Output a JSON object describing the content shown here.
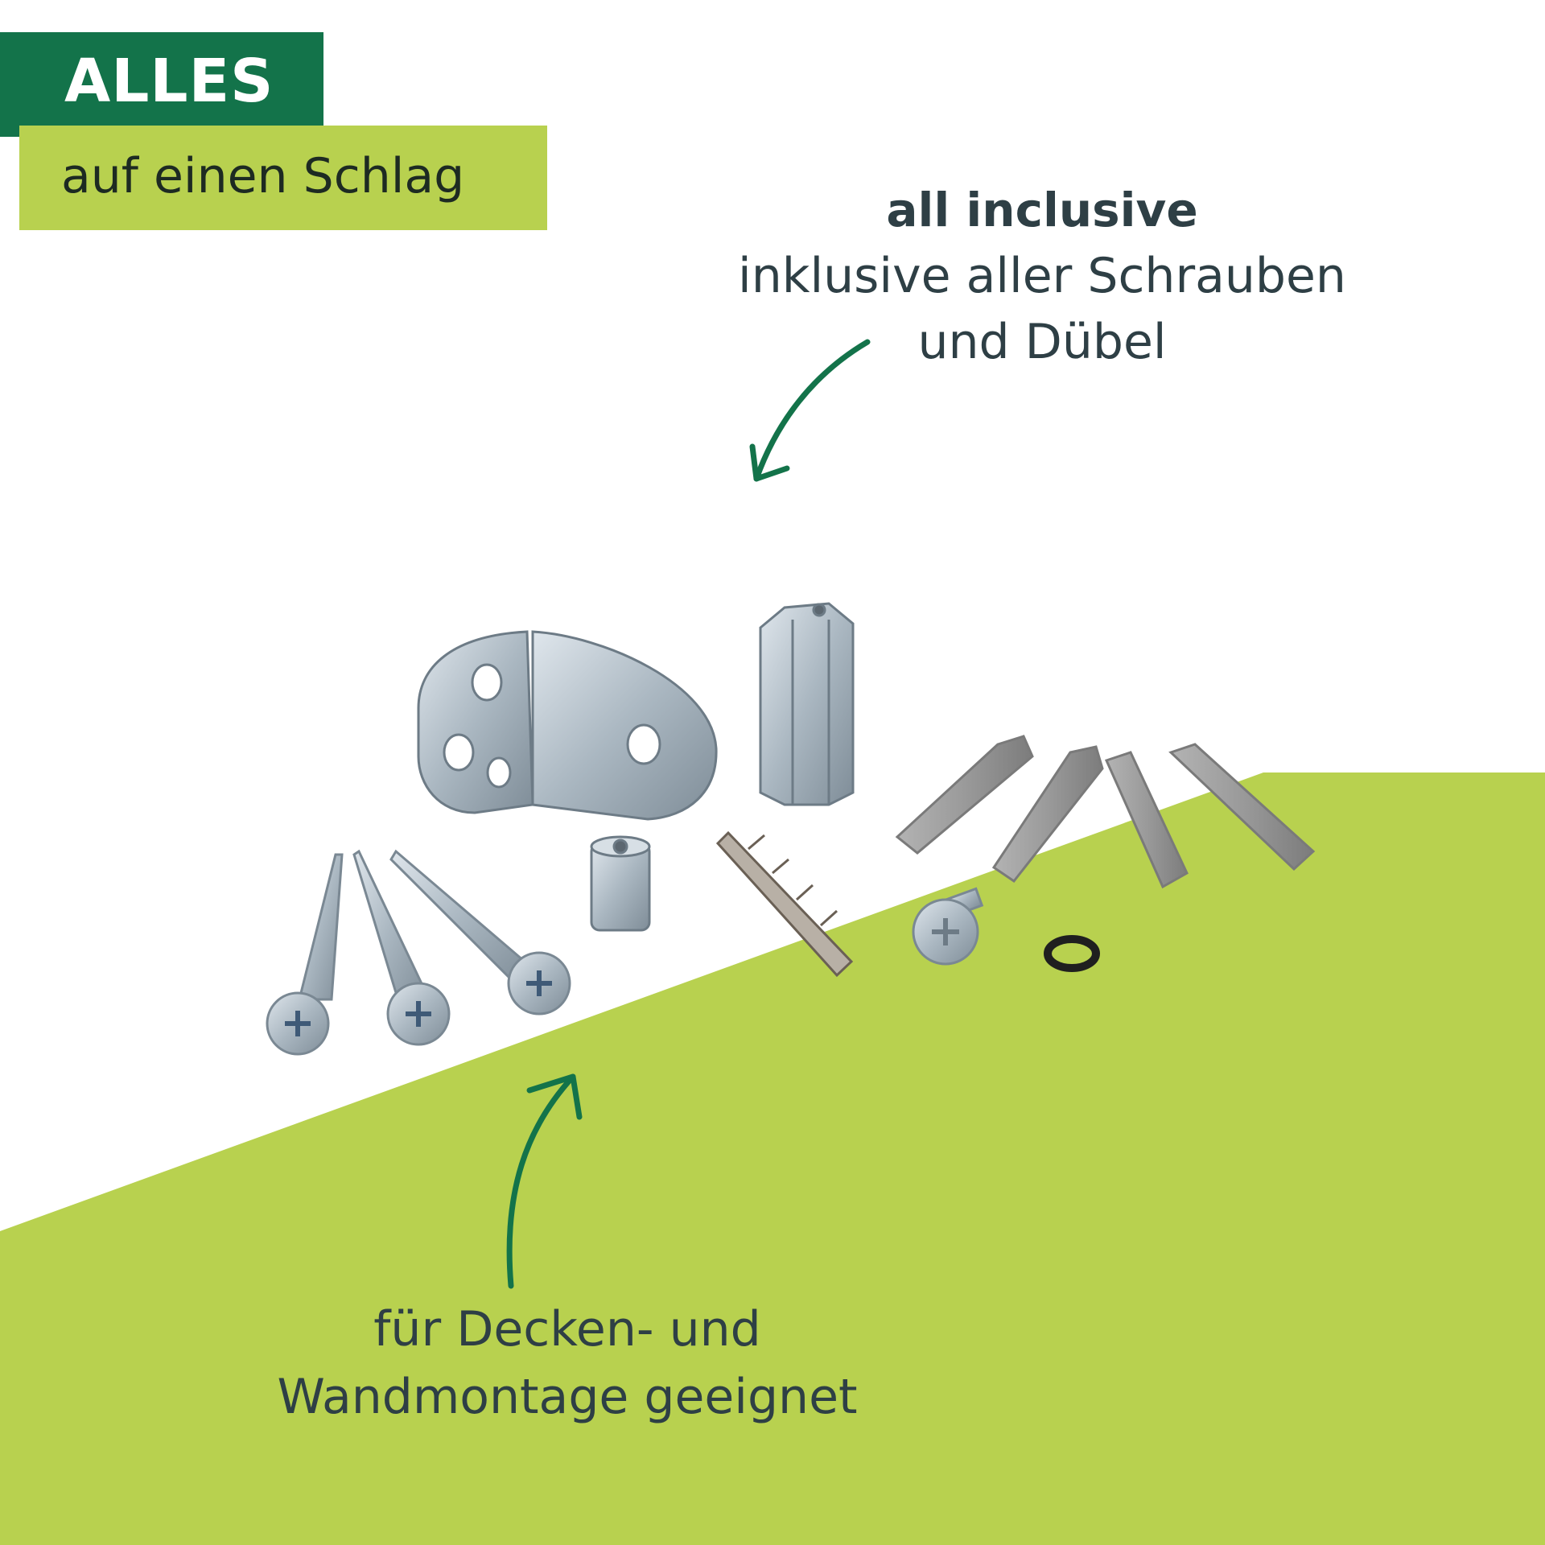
{
  "badge": {
    "primary": "ALLES",
    "secondary": "auf einen Schlag"
  },
  "callout_top": {
    "title": "all inclusive",
    "line1": "inklusive aller Schrauben",
    "line2": "und Dübel"
  },
  "callout_bottom": {
    "line1": "für Decken- und",
    "line2": "Wandmontage geeignet"
  },
  "colors": {
    "dark_green": "#13734a",
    "lime": "#b8d14f",
    "text": "#2e3f45",
    "metal": "#b9c4cc",
    "plug": "#9a9a9a"
  },
  "icons": [
    "arrow-down-left-icon",
    "arrow-up-right-icon"
  ]
}
